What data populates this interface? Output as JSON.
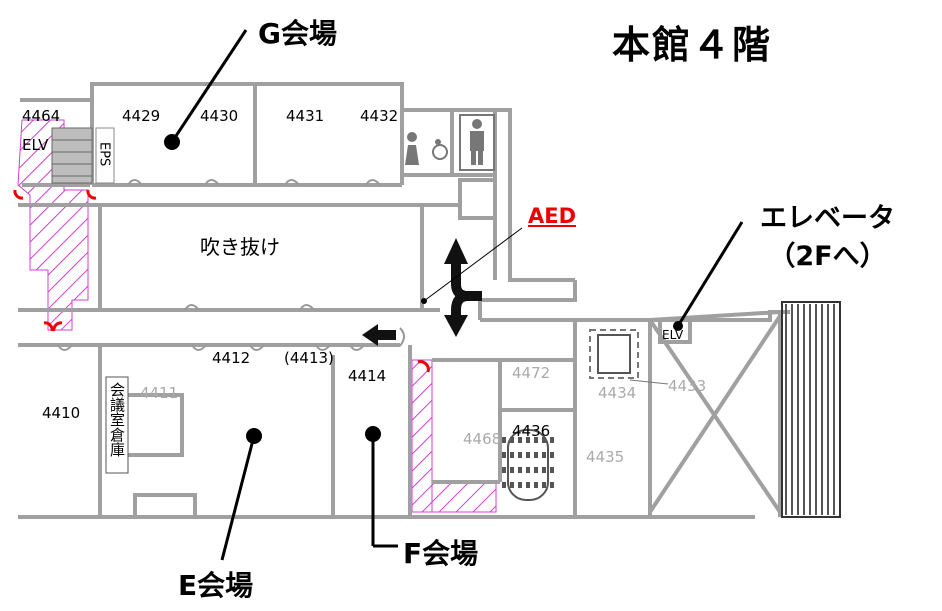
{
  "title": "本館４階",
  "venues": {
    "g": "G会場",
    "e": "E会場",
    "f": "F会場"
  },
  "elevator": {
    "line1": "エレベータ",
    "line2": "（2Fへ）"
  },
  "aed": "AED",
  "void_label": "吹き抜け",
  "rooms": [
    "4464",
    "4429",
    "4430",
    "4431",
    "4432",
    "4410",
    "4411",
    "4412",
    "(4413)",
    "4414",
    "4472",
    "4434",
    "4433",
    "4436",
    "4468",
    "4435"
  ],
  "elv_left": "ELV",
  "elv_right": "ELV",
  "eps": "EPS",
  "storage": "会議室倉庫",
  "colors": {
    "walls": "#a0a0a0",
    "hatch": "#d040d0",
    "aed": "#ee0000",
    "text": "#000000"
  }
}
